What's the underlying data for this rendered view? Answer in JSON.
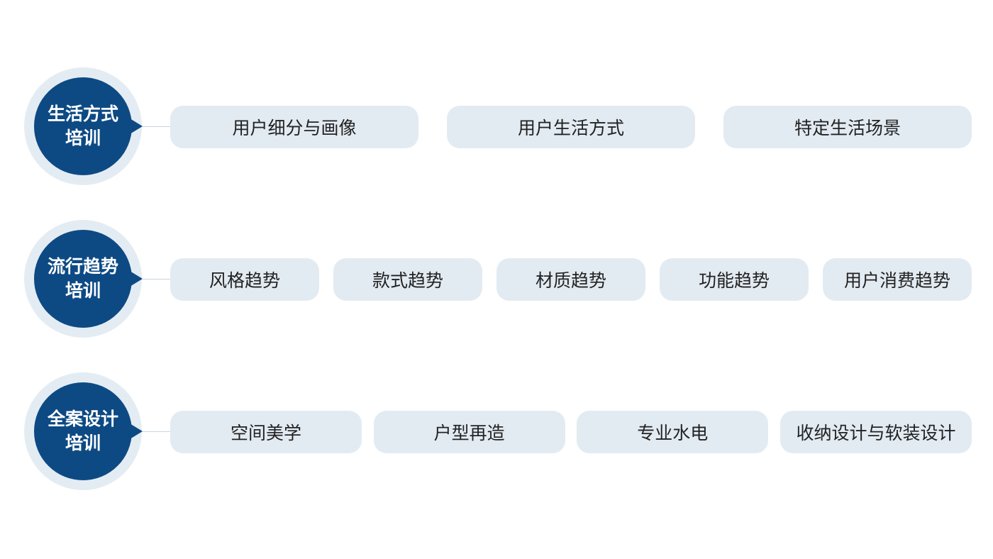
{
  "rows": [
    {
      "title_line1": "生活方式",
      "title_line2": "培训",
      "items": [
        "用户细分与画像",
        "用户生活方式",
        "特定生活场景"
      ]
    },
    {
      "title_line1": "流行趋势",
      "title_line2": "培训",
      "items": [
        "风格趋势",
        "款式趋势",
        "材质趋势",
        "功能趋势",
        "用户消费趋势"
      ]
    },
    {
      "title_line1": "全案设计",
      "title_line2": "培训",
      "items": [
        "空间美学",
        "户型再造",
        "专业水电",
        "收纳设计与软装设计"
      ]
    }
  ],
  "colors": {
    "circle": "#0d4a84",
    "ring": "#e4ecf3",
    "pill": "#e3ebf2",
    "text": "#222222"
  }
}
